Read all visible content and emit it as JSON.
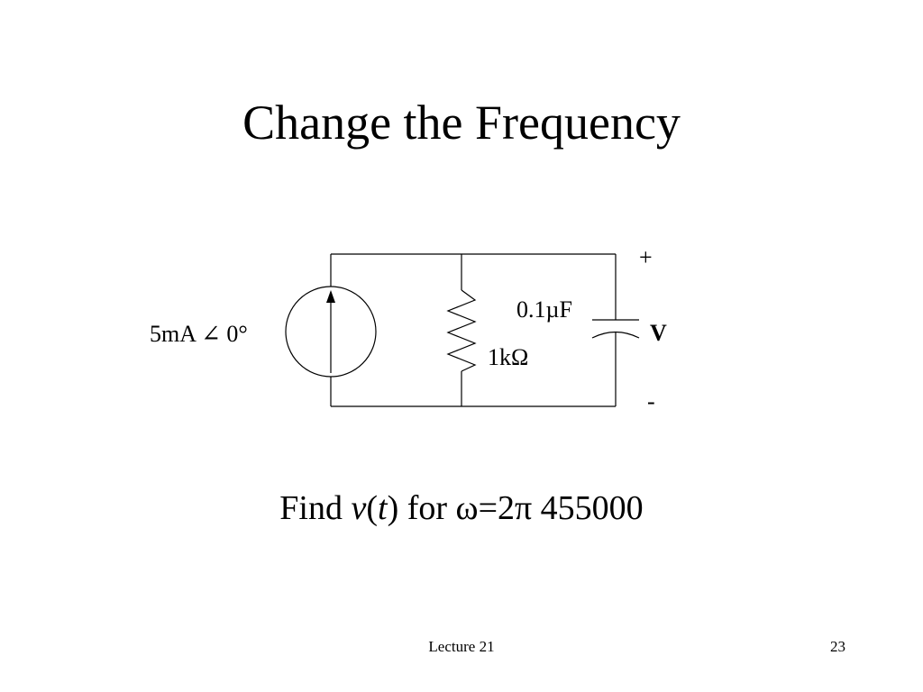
{
  "slide": {
    "title": "Change the Frequency"
  },
  "circuit": {
    "source_label": "5mA ∠ 0°",
    "capacitor_label": "0.1µF",
    "resistor_label": "1kΩ",
    "plus_label": "+",
    "voltage_label": "V",
    "minus_label": "-"
  },
  "task": {
    "prefix": "Find ",
    "v": "v",
    "open_paren": "(",
    "t": "t",
    "close_paren": ")",
    "suffix": " for ω=2π 455000"
  },
  "footer": {
    "lecture": "Lecture 21",
    "page_number": "23"
  }
}
